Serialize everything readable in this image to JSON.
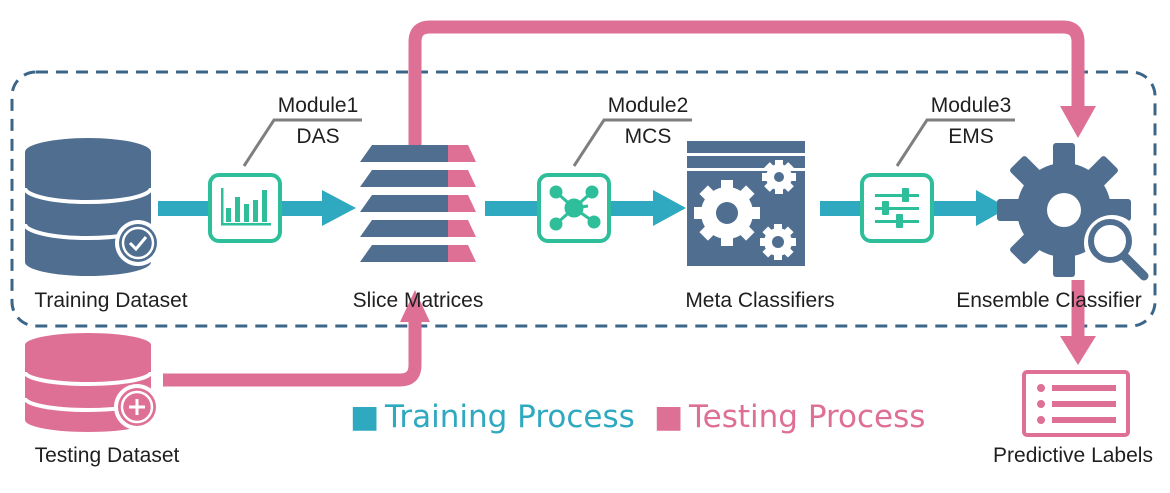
{
  "nodes": {
    "training_dataset": "Training Dataset",
    "slice_matrices": "Slice Matrices",
    "meta_classifiers": "Meta Classifiers",
    "ensemble_classifier": "Ensemble Classifier",
    "testing_dataset": "Testing Dataset",
    "predictive_labels": "Predictive Labels"
  },
  "modules": [
    {
      "name": "Module1",
      "abbr": "DAS",
      "icon": "bar-chart-icon"
    },
    {
      "name": "Module2",
      "abbr": "MCS",
      "icon": "network-icon"
    },
    {
      "name": "Module3",
      "abbr": "EMS",
      "icon": "sliders-icon"
    }
  ],
  "legend": [
    {
      "marker": "■",
      "label": "Training Process",
      "color": "#2fa9c0"
    },
    {
      "marker": "■",
      "label": "Testing Process",
      "color": "#de7096"
    }
  ],
  "colors": {
    "training": "#2fa9c0",
    "testing": "#de7096",
    "module": "#2ebf9a",
    "dark": "#4f6e90",
    "border": "#3c6688"
  }
}
